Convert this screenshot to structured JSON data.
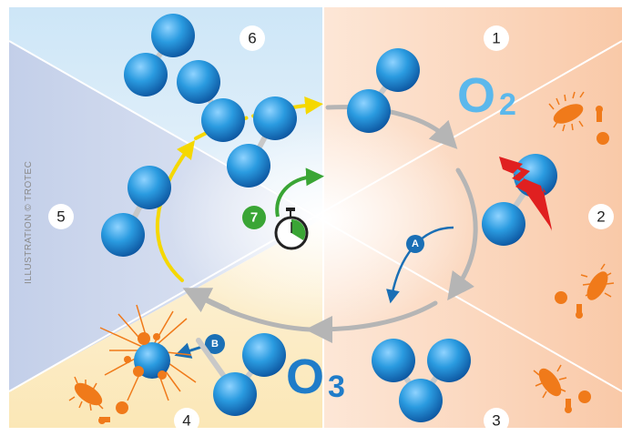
{
  "credit": "ILLUSTRATION © TROTEC",
  "steps": [
    "1",
    "2",
    "3",
    "4",
    "5",
    "6",
    "7"
  ],
  "formulas": {
    "o2": "O",
    "o2_sub": "2",
    "o3": "O",
    "o3_sub": "3"
  },
  "badges": {
    "a": "A",
    "b": "B"
  },
  "colors": {
    "oxygen_blue": "#1f8fd8",
    "arrow_gray": "#b5b5b5",
    "arrow_yellow": "#f5d800",
    "timer_green": "#3aa535",
    "bacteria_orange": "#f07a1a",
    "lightning_red": "#e02020",
    "badge_blue": "#1a6fb5"
  },
  "icons": [
    "stopwatch-icon",
    "lightning-icon",
    "bacteria-icon"
  ]
}
